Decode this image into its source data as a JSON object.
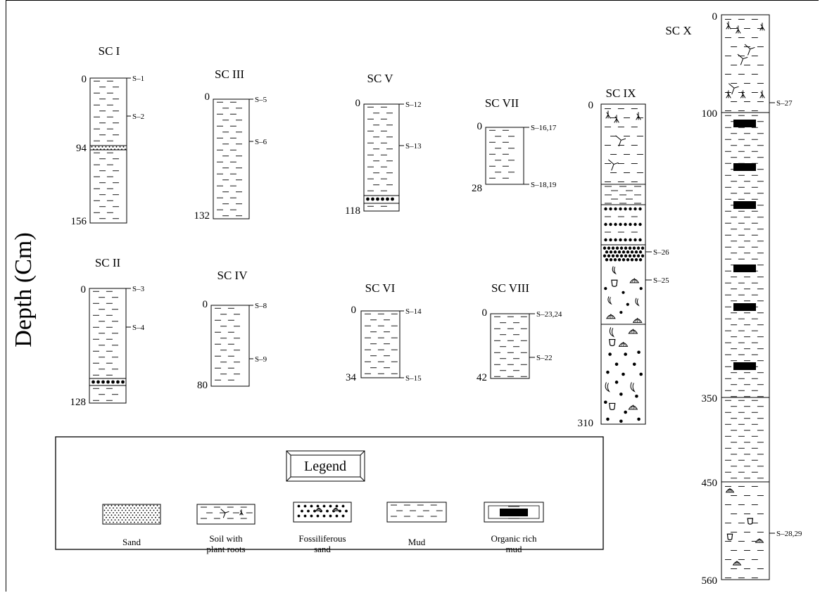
{
  "y_axis_label": "Depth (Cm)",
  "legend": {
    "title": "Legend",
    "items": [
      {
        "key": "sand",
        "label_lines": [
          "Sand"
        ]
      },
      {
        "key": "soil",
        "label_lines": [
          "Soil with",
          "plant roots"
        ]
      },
      {
        "key": "fossil",
        "label_lines": [
          "Fossiliferous",
          "sand"
        ]
      },
      {
        "key": "mud",
        "label_lines": [
          "Mud"
        ]
      },
      {
        "key": "organic",
        "label_lines": [
          "Organic rich",
          "mud"
        ]
      }
    ]
  },
  "cores": [
    {
      "id": "SC I",
      "depths": [
        "0",
        "94",
        "156"
      ],
      "samples": [
        "S–1",
        "S–2"
      ],
      "units": [
        {
          "type": "mud"
        },
        {
          "type": "sand",
          "thin": true
        },
        {
          "type": "mud"
        }
      ]
    },
    {
      "id": "SC II",
      "depths": [
        "0",
        "128"
      ],
      "samples": [
        "S–3",
        "S–4"
      ],
      "units": [
        {
          "type": "mud"
        },
        {
          "type": "sand",
          "thin": true
        },
        {
          "type": "mud"
        }
      ]
    },
    {
      "id": "SC III",
      "depths": [
        "0",
        "132"
      ],
      "samples": [
        "S–5",
        "S–6"
      ],
      "units": [
        {
          "type": "mud"
        }
      ]
    },
    {
      "id": "SC IV",
      "depths": [
        "0",
        "80"
      ],
      "samples": [
        "S–8",
        "S–9"
      ],
      "units": [
        {
          "type": "mud"
        }
      ]
    },
    {
      "id": "SC V",
      "depths": [
        "0",
        "118"
      ],
      "samples": [
        "S–12",
        "S–13"
      ],
      "units": [
        {
          "type": "mud"
        },
        {
          "type": "sand",
          "thin": true
        },
        {
          "type": "mud"
        }
      ]
    },
    {
      "id": "SC VI",
      "depths": [
        "0",
        "34"
      ],
      "samples": [
        "S–14",
        "S–15"
      ],
      "units": [
        {
          "type": "mud"
        }
      ]
    },
    {
      "id": "SC VII",
      "depths": [
        "0",
        "28"
      ],
      "samples": [
        "S–16,17",
        "S–18,19"
      ],
      "units": [
        {
          "type": "mud"
        }
      ]
    },
    {
      "id": "SC VIII",
      "depths": [
        "0",
        "42"
      ],
      "samples": [
        "S–23,24",
        "S–22"
      ],
      "units": [
        {
          "type": "mud"
        }
      ]
    },
    {
      "id": "SC IX",
      "depths": [
        "0",
        "310"
      ],
      "samples": [
        "S–26",
        "S–25"
      ],
      "units": [
        {
          "type": "soil"
        },
        {
          "type": "mud"
        },
        {
          "type": "sand_mud"
        },
        {
          "type": "fossil"
        },
        {
          "type": "fossil"
        }
      ]
    },
    {
      "id": "SC X",
      "depths": [
        "0",
        "100",
        "350",
        "450",
        "560"
      ],
      "samples": [
        "S–27",
        "S–28,29"
      ],
      "units": [
        {
          "type": "soil"
        },
        {
          "type": "organic"
        },
        {
          "type": "mud"
        },
        {
          "type": "fossil_mud"
        }
      ]
    }
  ]
}
